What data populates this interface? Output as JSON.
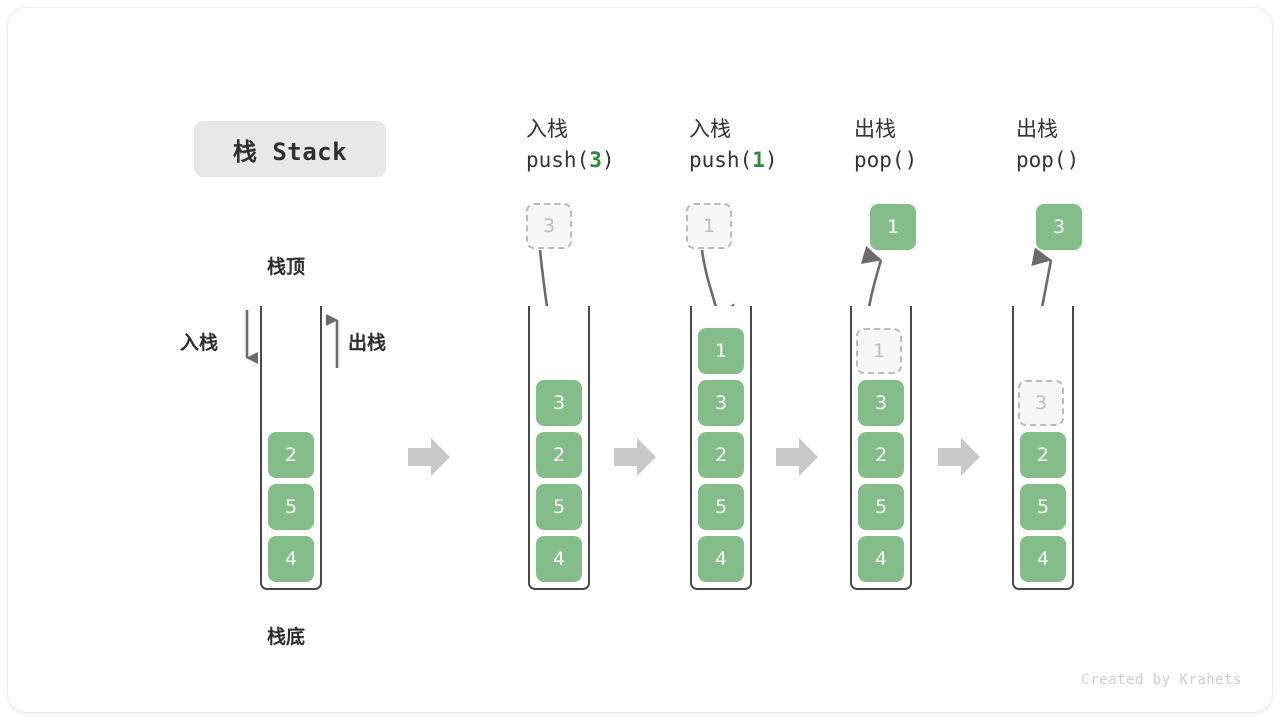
{
  "figure": {
    "title": "栈 Stack",
    "watermark": "Created by Krahets",
    "accent_green": "#84bd8a",
    "arg_green": "#2f8a3f",
    "ghost_gray": "#bdbdbd",
    "border_gray": "#4a4a4a",
    "flow_arrow_gray": "#c9c9c9"
  },
  "legend": {
    "top_label": "栈顶",
    "bottom_label": "栈底",
    "push_label": "入栈",
    "pop_label": "出栈"
  },
  "panels": [
    {
      "id": "initial",
      "op_cn": "",
      "op_code_prefix": "",
      "op_code_arg": "",
      "op_code_suffix": "",
      "float_value": "",
      "float_kind": "none",
      "cells": [
        {
          "value": "2",
          "kind": "filled"
        },
        {
          "value": "5",
          "kind": "filled"
        },
        {
          "value": "4",
          "kind": "filled"
        }
      ]
    },
    {
      "id": "push-3",
      "op_cn": "入栈",
      "op_code_prefix": "push(",
      "op_code_arg": "3",
      "op_code_suffix": ")",
      "float_value": "3",
      "float_kind": "ghost",
      "arrow_dir": "down",
      "cells": [
        {
          "value": "3",
          "kind": "filled"
        },
        {
          "value": "2",
          "kind": "filled"
        },
        {
          "value": "5",
          "kind": "filled"
        },
        {
          "value": "4",
          "kind": "filled"
        }
      ]
    },
    {
      "id": "push-1",
      "op_cn": "入栈",
      "op_code_prefix": "push(",
      "op_code_arg": "1",
      "op_code_suffix": ")",
      "float_value": "1",
      "float_kind": "ghost",
      "arrow_dir": "down",
      "cells": [
        {
          "value": "1",
          "kind": "filled"
        },
        {
          "value": "3",
          "kind": "filled"
        },
        {
          "value": "2",
          "kind": "filled"
        },
        {
          "value": "5",
          "kind": "filled"
        },
        {
          "value": "4",
          "kind": "filled"
        }
      ]
    },
    {
      "id": "pop-1",
      "op_cn": "出栈",
      "op_code_prefix": "pop(",
      "op_code_arg": "",
      "op_code_suffix": ")",
      "float_value": "1",
      "float_kind": "filled",
      "arrow_dir": "up",
      "cells": [
        {
          "value": "1",
          "kind": "ghost"
        },
        {
          "value": "3",
          "kind": "filled"
        },
        {
          "value": "2",
          "kind": "filled"
        },
        {
          "value": "5",
          "kind": "filled"
        },
        {
          "value": "4",
          "kind": "filled"
        }
      ]
    },
    {
      "id": "pop-3",
      "op_cn": "出栈",
      "op_code_prefix": "pop(",
      "op_code_arg": "",
      "op_code_suffix": ")",
      "float_value": "3",
      "float_kind": "filled",
      "arrow_dir": "up",
      "cells": [
        {
          "value": "",
          "kind": "empty"
        },
        {
          "value": "3",
          "kind": "ghost"
        },
        {
          "value": "2",
          "kind": "filled"
        },
        {
          "value": "5",
          "kind": "filled"
        },
        {
          "value": "4",
          "kind": "filled"
        }
      ]
    }
  ]
}
